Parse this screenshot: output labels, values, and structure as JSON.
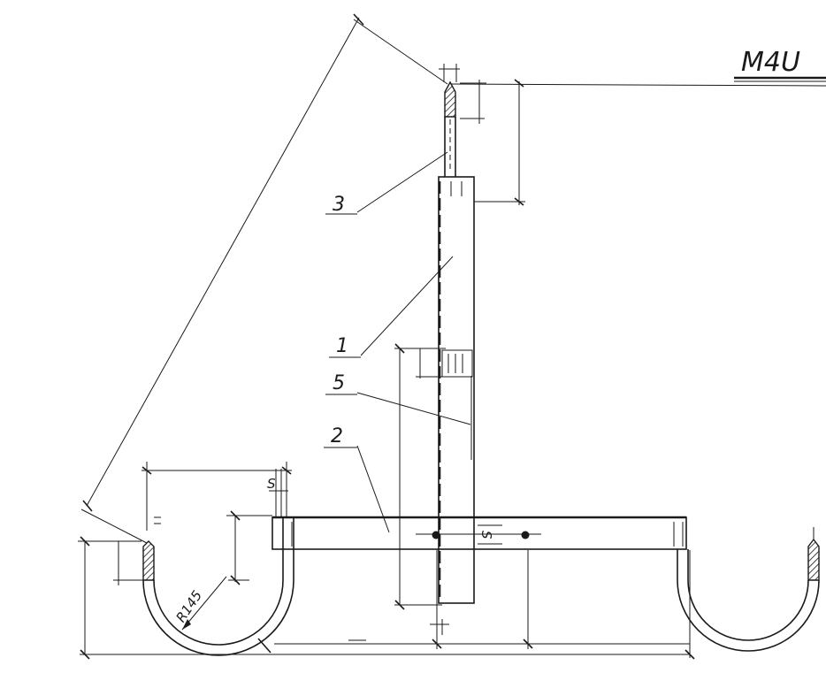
{
  "drawing": {
    "code": "M4U",
    "callouts": [
      {
        "id": "3",
        "label": "3"
      },
      {
        "id": "1",
        "label": "1"
      },
      {
        "id": "5",
        "label": "5"
      },
      {
        "id": "2",
        "label": "2"
      }
    ],
    "dimension_marks": {
      "thickness": "S",
      "thickness_bar": "S",
      "radius": "R145"
    }
  }
}
